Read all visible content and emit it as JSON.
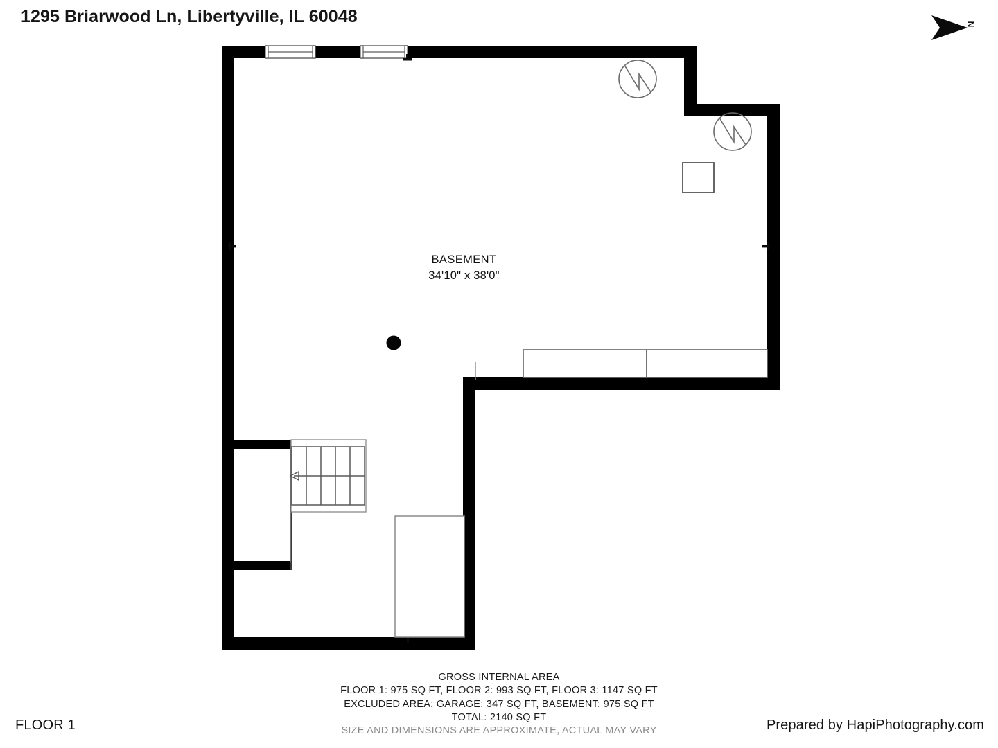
{
  "header": {
    "address": "1295 Briarwood Ln, Libertyville, IL  60048"
  },
  "compass": {
    "icon": "north-arrow-icon",
    "label": "N"
  },
  "plan": {
    "room": {
      "name": "BASEMENT",
      "dimensions": "34'10\" x 38'0\""
    },
    "symbols": {
      "utility_1": "electrical-meter-icon",
      "utility_2": "electrical-meter-icon",
      "column": "support-column-icon",
      "stairs": "staircase-icon",
      "stair_direction": "stair-down-arrow-icon",
      "window_1": "window-icon",
      "window_2": "window-icon"
    }
  },
  "footer": {
    "gross_title": "GROSS INTERNAL AREA",
    "floors_line": "FLOOR 1: 975 SQ FT, FLOOR 2: 993 SQ FT, FLOOR 3: 1147 SQ FT",
    "excluded_line": "EXCLUDED AREA: GARAGE: 347 SQ FT, BASEMENT: 975 SQ FT",
    "total_line": "TOTAL: 2140 SQ FT",
    "disclaimer": "SIZE AND DIMENSIONS ARE APPROXIMATE, ACTUAL MAY VARY",
    "floor_label": "FLOOR 1",
    "credit": "Prepared by HapiPhotography.com"
  },
  "colors": {
    "wall": "#000000",
    "thin_line": "#6e6e6e",
    "text": "#161616",
    "muted_text": "#8a8a8a",
    "background": "#ffffff"
  }
}
